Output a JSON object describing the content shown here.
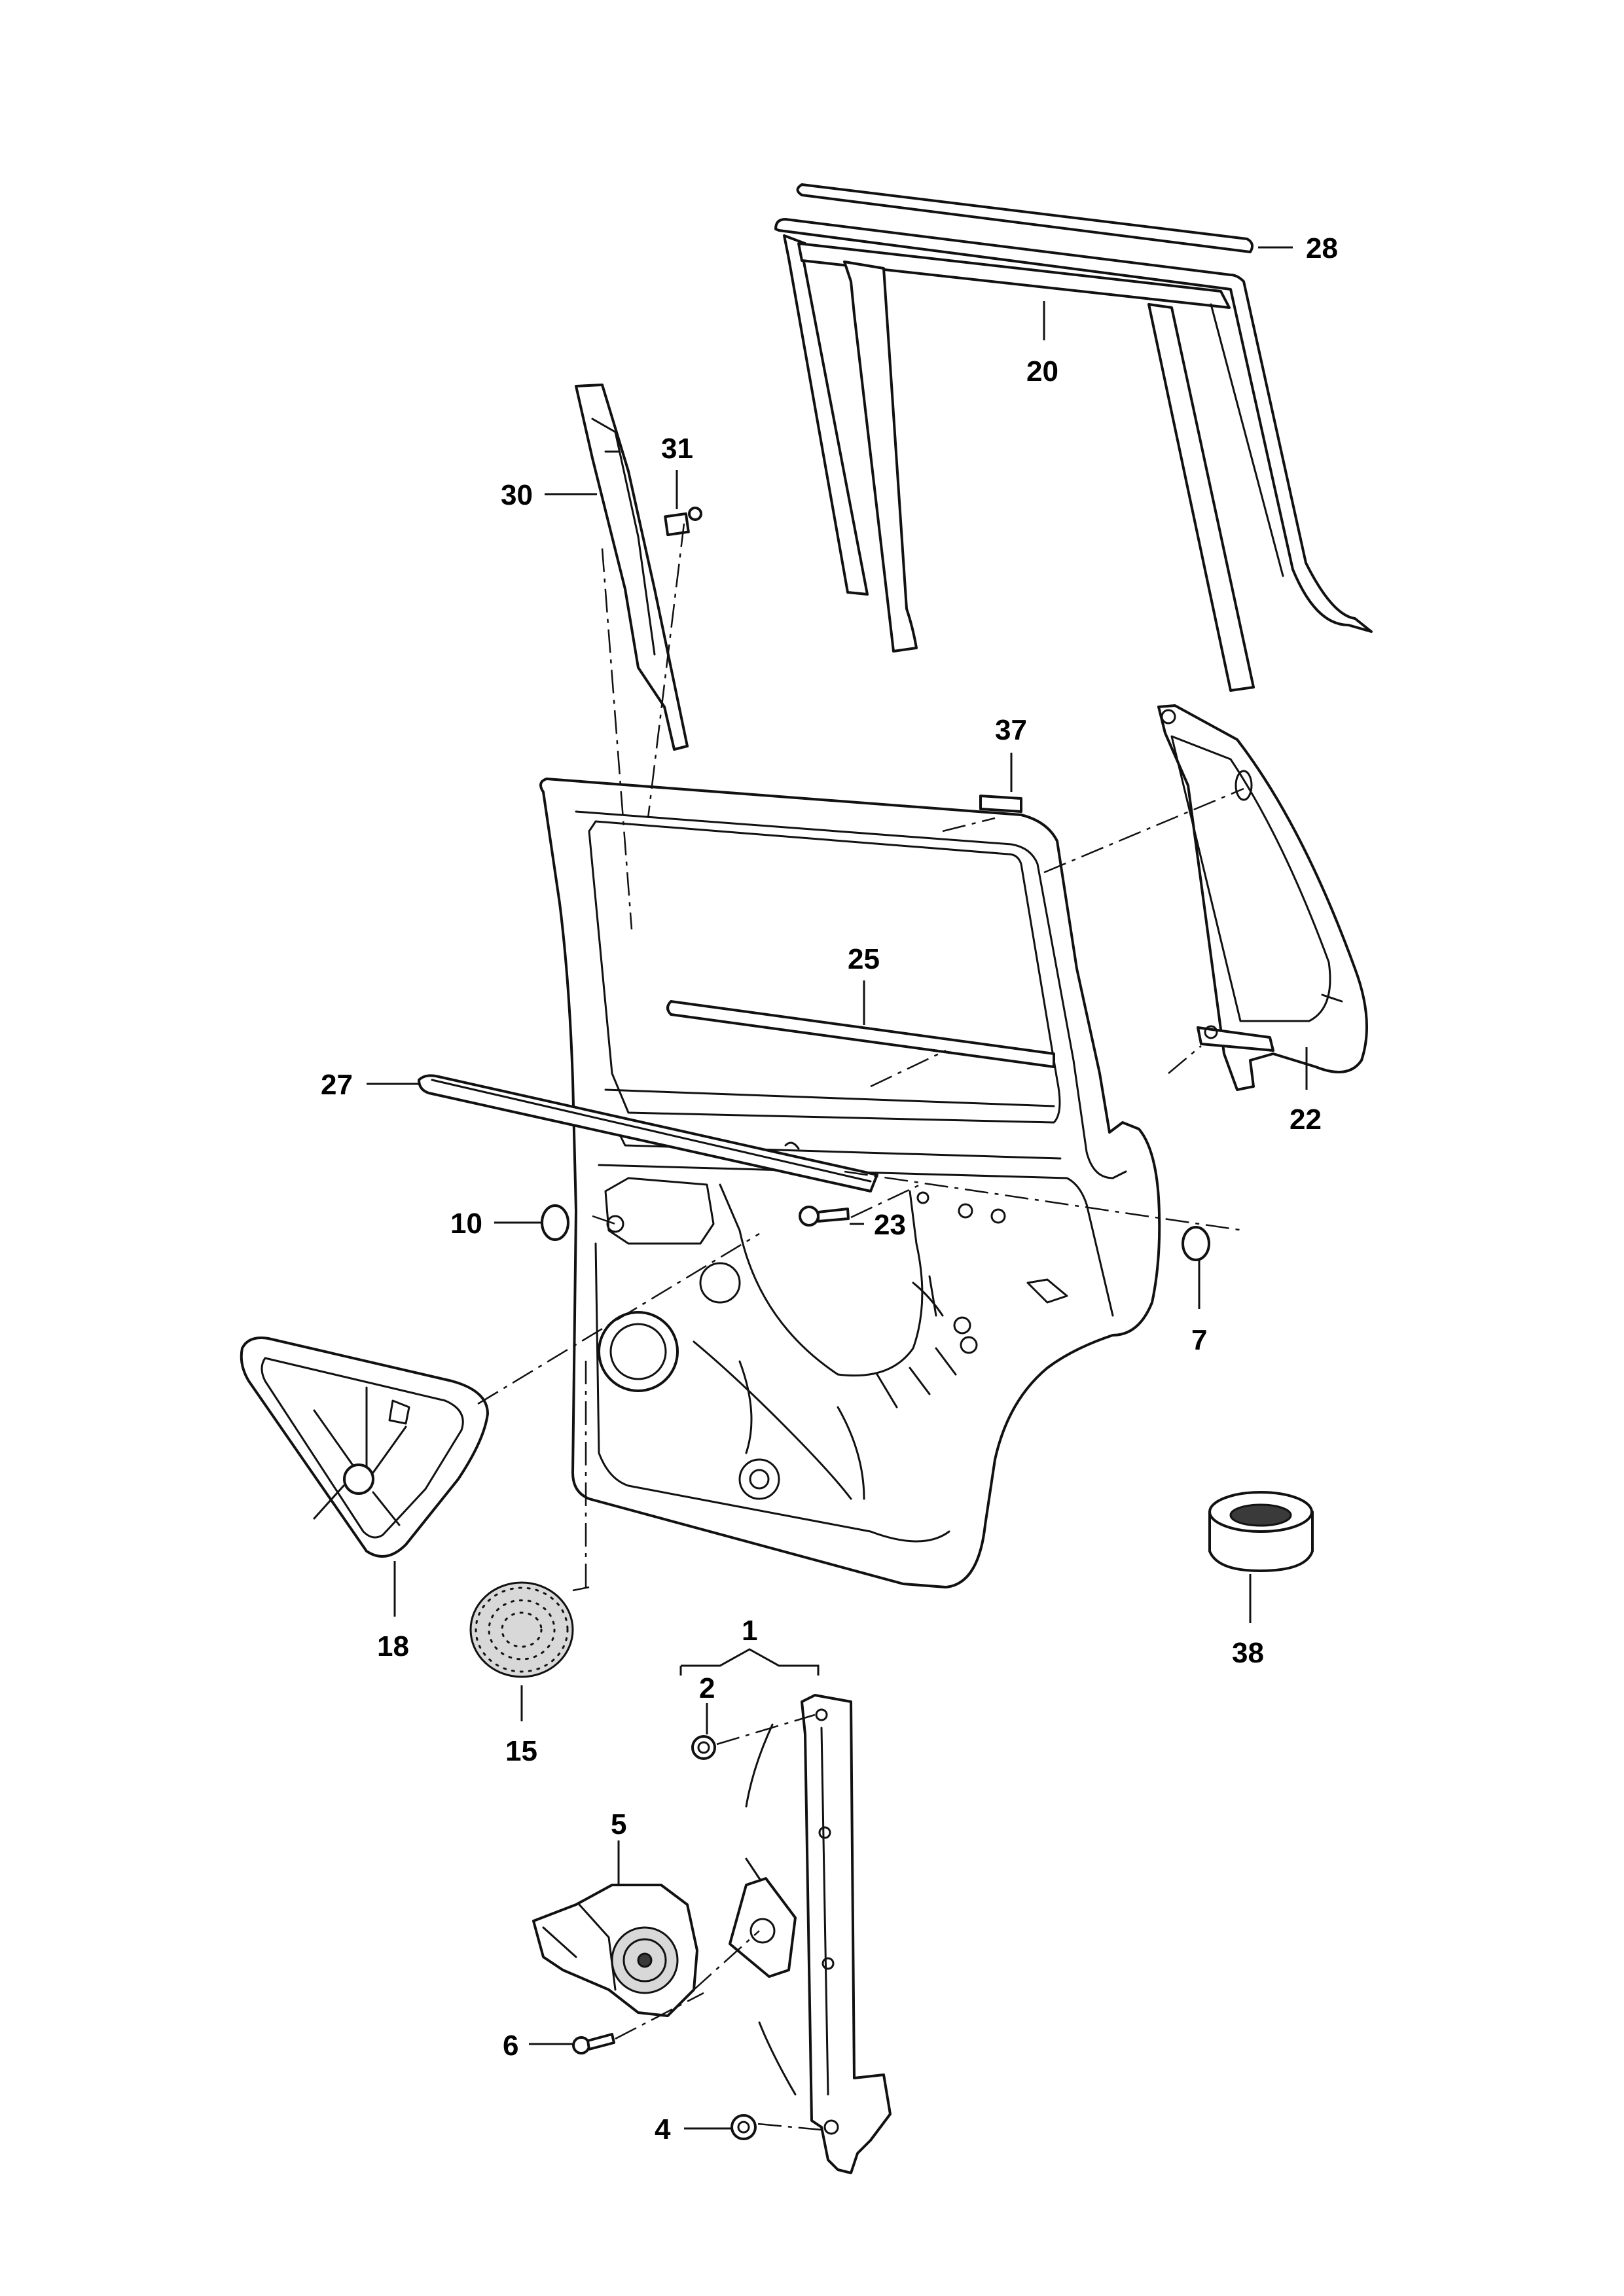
{
  "diagram": {
    "colors": {
      "line": "#111111",
      "background": "#ffffff",
      "shade": "#d8d8d8",
      "dark": "#3a3a3a"
    },
    "callouts": {
      "c1": "1",
      "c2": "2",
      "c4": "4",
      "c5": "5",
      "c6": "6",
      "c7": "7",
      "c10": "10",
      "c15": "15",
      "c18": "18",
      "c20": "20",
      "c22": "22",
      "c23": "23",
      "c25": "25",
      "c27": "27",
      "c28": "28",
      "c30": "30",
      "c31": "31",
      "c37": "37",
      "c38": "38"
    }
  }
}
